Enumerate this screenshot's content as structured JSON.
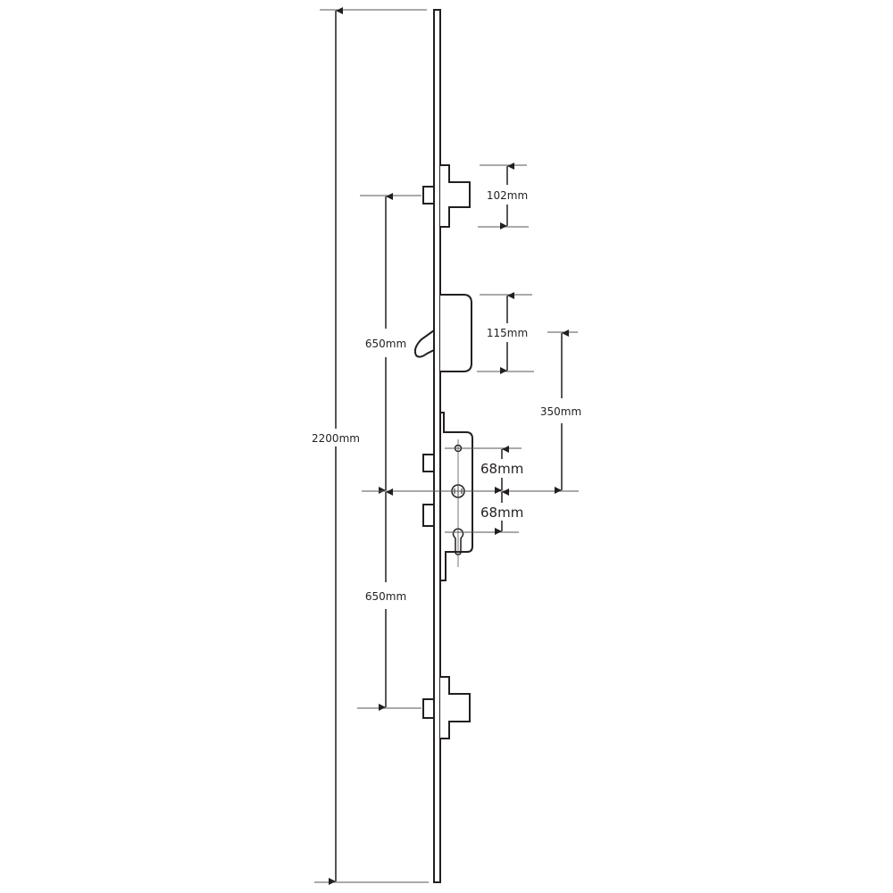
{
  "title": "Multipoint door lock dimension diagram",
  "colors": {
    "stroke": "#231f20",
    "dim_line": "#555555",
    "background": "#ffffff"
  },
  "dimensions": {
    "overall_length": "2200mm",
    "upper_keep_spacing": "650mm",
    "lower_keep_spacing": "650mm",
    "top_deadbolt_height": "102mm",
    "hook_bolt_height": "115mm",
    "hook_to_spindle": "350mm",
    "spindle_to_top_hole": "68mm",
    "spindle_to_cylinder": "68mm"
  },
  "components": [
    "top-deadbolt",
    "hook-bolt",
    "gearbox",
    "lower-deadbolt",
    "faceplate"
  ]
}
